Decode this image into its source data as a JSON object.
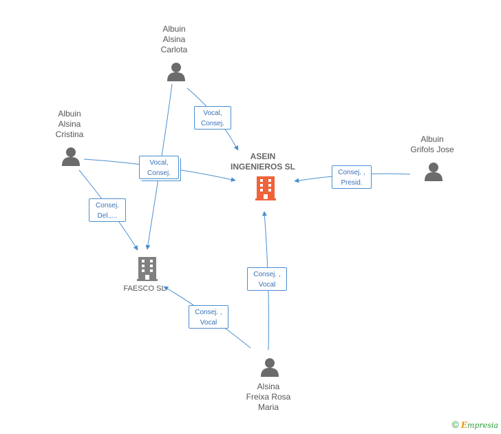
{
  "nodes": {
    "asein": {
      "line1": "ASEIN",
      "line2": "INGENIEROS SL"
    },
    "faesco": {
      "line1": "FAESCO SL"
    },
    "carlota": {
      "line1": "Albuin",
      "line2": "Alsina",
      "line3": "Carlota"
    },
    "cristina": {
      "line1": "Albuin",
      "line2": "Alsina",
      "line3": "Cristina"
    },
    "grifols": {
      "line1": "Albuin",
      "line2": "Grifols Jose"
    },
    "freixa": {
      "line1": "Alsina",
      "line2": "Freixa Rosa",
      "line3": "Maria"
    }
  },
  "edges": {
    "carlota_asein": {
      "line1": "Vocal,",
      "line2": "Consej."
    },
    "cristina_mixed": {
      "line1": "Vocal,",
      "line2": "Consej."
    },
    "cristina_faesco": {
      "line1": "Consej.",
      "line2": "Del.,..."
    },
    "grifols_asein": {
      "line1": "Consej. ,",
      "line2": "Presid."
    },
    "freixa_asein": {
      "line1": "Consej. ,",
      "line2": "Vocal"
    },
    "freixa_faesco": {
      "line1": "Consej. ,",
      "line2": "Vocal"
    }
  },
  "brand": {
    "copyright": "©",
    "e": "E",
    "rest": "mpresia"
  },
  "colors": {
    "edge": "#4a8ed0",
    "company_main": "#f0623a",
    "company_other": "#808080",
    "person": "#6b6b6b"
  }
}
